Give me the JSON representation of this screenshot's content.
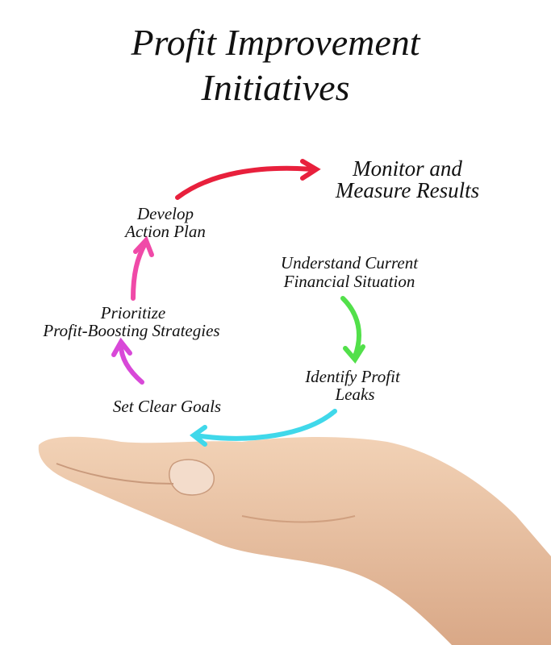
{
  "title": {
    "line1": "Profit Improvement",
    "line2": "Initiatives"
  },
  "steps": {
    "monitor": {
      "line1": "Monitor and",
      "line2": "Measure Results"
    },
    "develop": {
      "line1": "Develop",
      "line2": "Action Plan"
    },
    "understand": {
      "line1": "Understand Current",
      "line2": "Financial Situation"
    },
    "prioritize": {
      "line1": "Prioritize",
      "line2": "Profit-Boosting Strategies"
    },
    "identify": {
      "line1": "Identify Profit",
      "line2": "Leaks"
    },
    "goals": {
      "line1": "Set Clear Goals"
    }
  },
  "colors": {
    "red": "#e8203c",
    "green": "#52e04a",
    "cyan": "#40d8ea",
    "magenta": "#d848d8",
    "pink": "#f04aa8",
    "skin": "#ecc6a6"
  }
}
